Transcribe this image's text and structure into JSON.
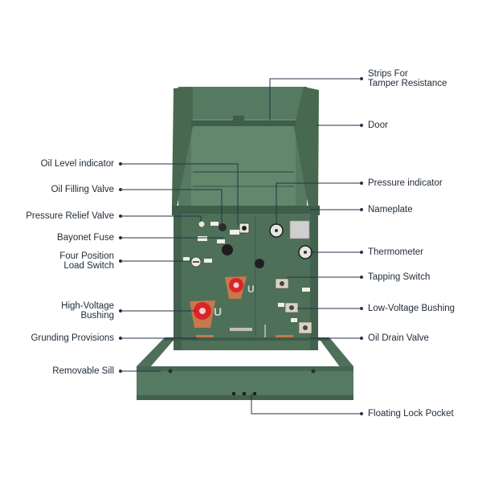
{
  "colors": {
    "tank": "#4c6e57",
    "tank_dark": "#3b5846",
    "tank_light": "#6a8c73",
    "leader": "#233348",
    "bushing_copper": "#c8784a",
    "bushing_red": "#d8262a"
  },
  "labels_left": [
    {
      "id": "oil-level-indicator",
      "lines": [
        "Oil Level indicator"
      ]
    },
    {
      "id": "oil-filling-valve",
      "lines": [
        "Oil Filling Valve"
      ]
    },
    {
      "id": "pressure-relief-valve",
      "lines": [
        "Pressure Relief Valve"
      ]
    },
    {
      "id": "bayonet-fuse",
      "lines": [
        "Bayonet Fuse"
      ]
    },
    {
      "id": "four-position-load-switch",
      "lines": [
        "Four Position",
        "Load Switch"
      ]
    },
    {
      "id": "high-voltage-bushing",
      "lines": [
        "High-Voltage",
        "Bushing"
      ]
    },
    {
      "id": "grunding-provisions",
      "lines": [
        "Grunding Provisions"
      ]
    },
    {
      "id": "removable-sill",
      "lines": [
        "Removable Sill"
      ]
    }
  ],
  "labels_right": [
    {
      "id": "strips-for-tamper-resistance",
      "lines": [
        "Strips For",
        "Tamper Resistance"
      ]
    },
    {
      "id": "door",
      "lines": [
        "Door"
      ]
    },
    {
      "id": "pressure-indicator",
      "lines": [
        "Pressure indicator"
      ]
    },
    {
      "id": "nameplate",
      "lines": [
        "Nameplate"
      ]
    },
    {
      "id": "thermometer",
      "lines": [
        "Thermometer"
      ]
    },
    {
      "id": "tapping-switch",
      "lines": [
        "Tapping Switch"
      ]
    },
    {
      "id": "low-voltage-bushing",
      "lines": [
        "Low-Voltage Bushing"
      ]
    },
    {
      "id": "oil-drain-valve",
      "lines": [
        "Oil Drain Valve"
      ]
    },
    {
      "id": "floating-lock-pocket",
      "lines": [
        "Floating Lock Pocket"
      ]
    }
  ]
}
